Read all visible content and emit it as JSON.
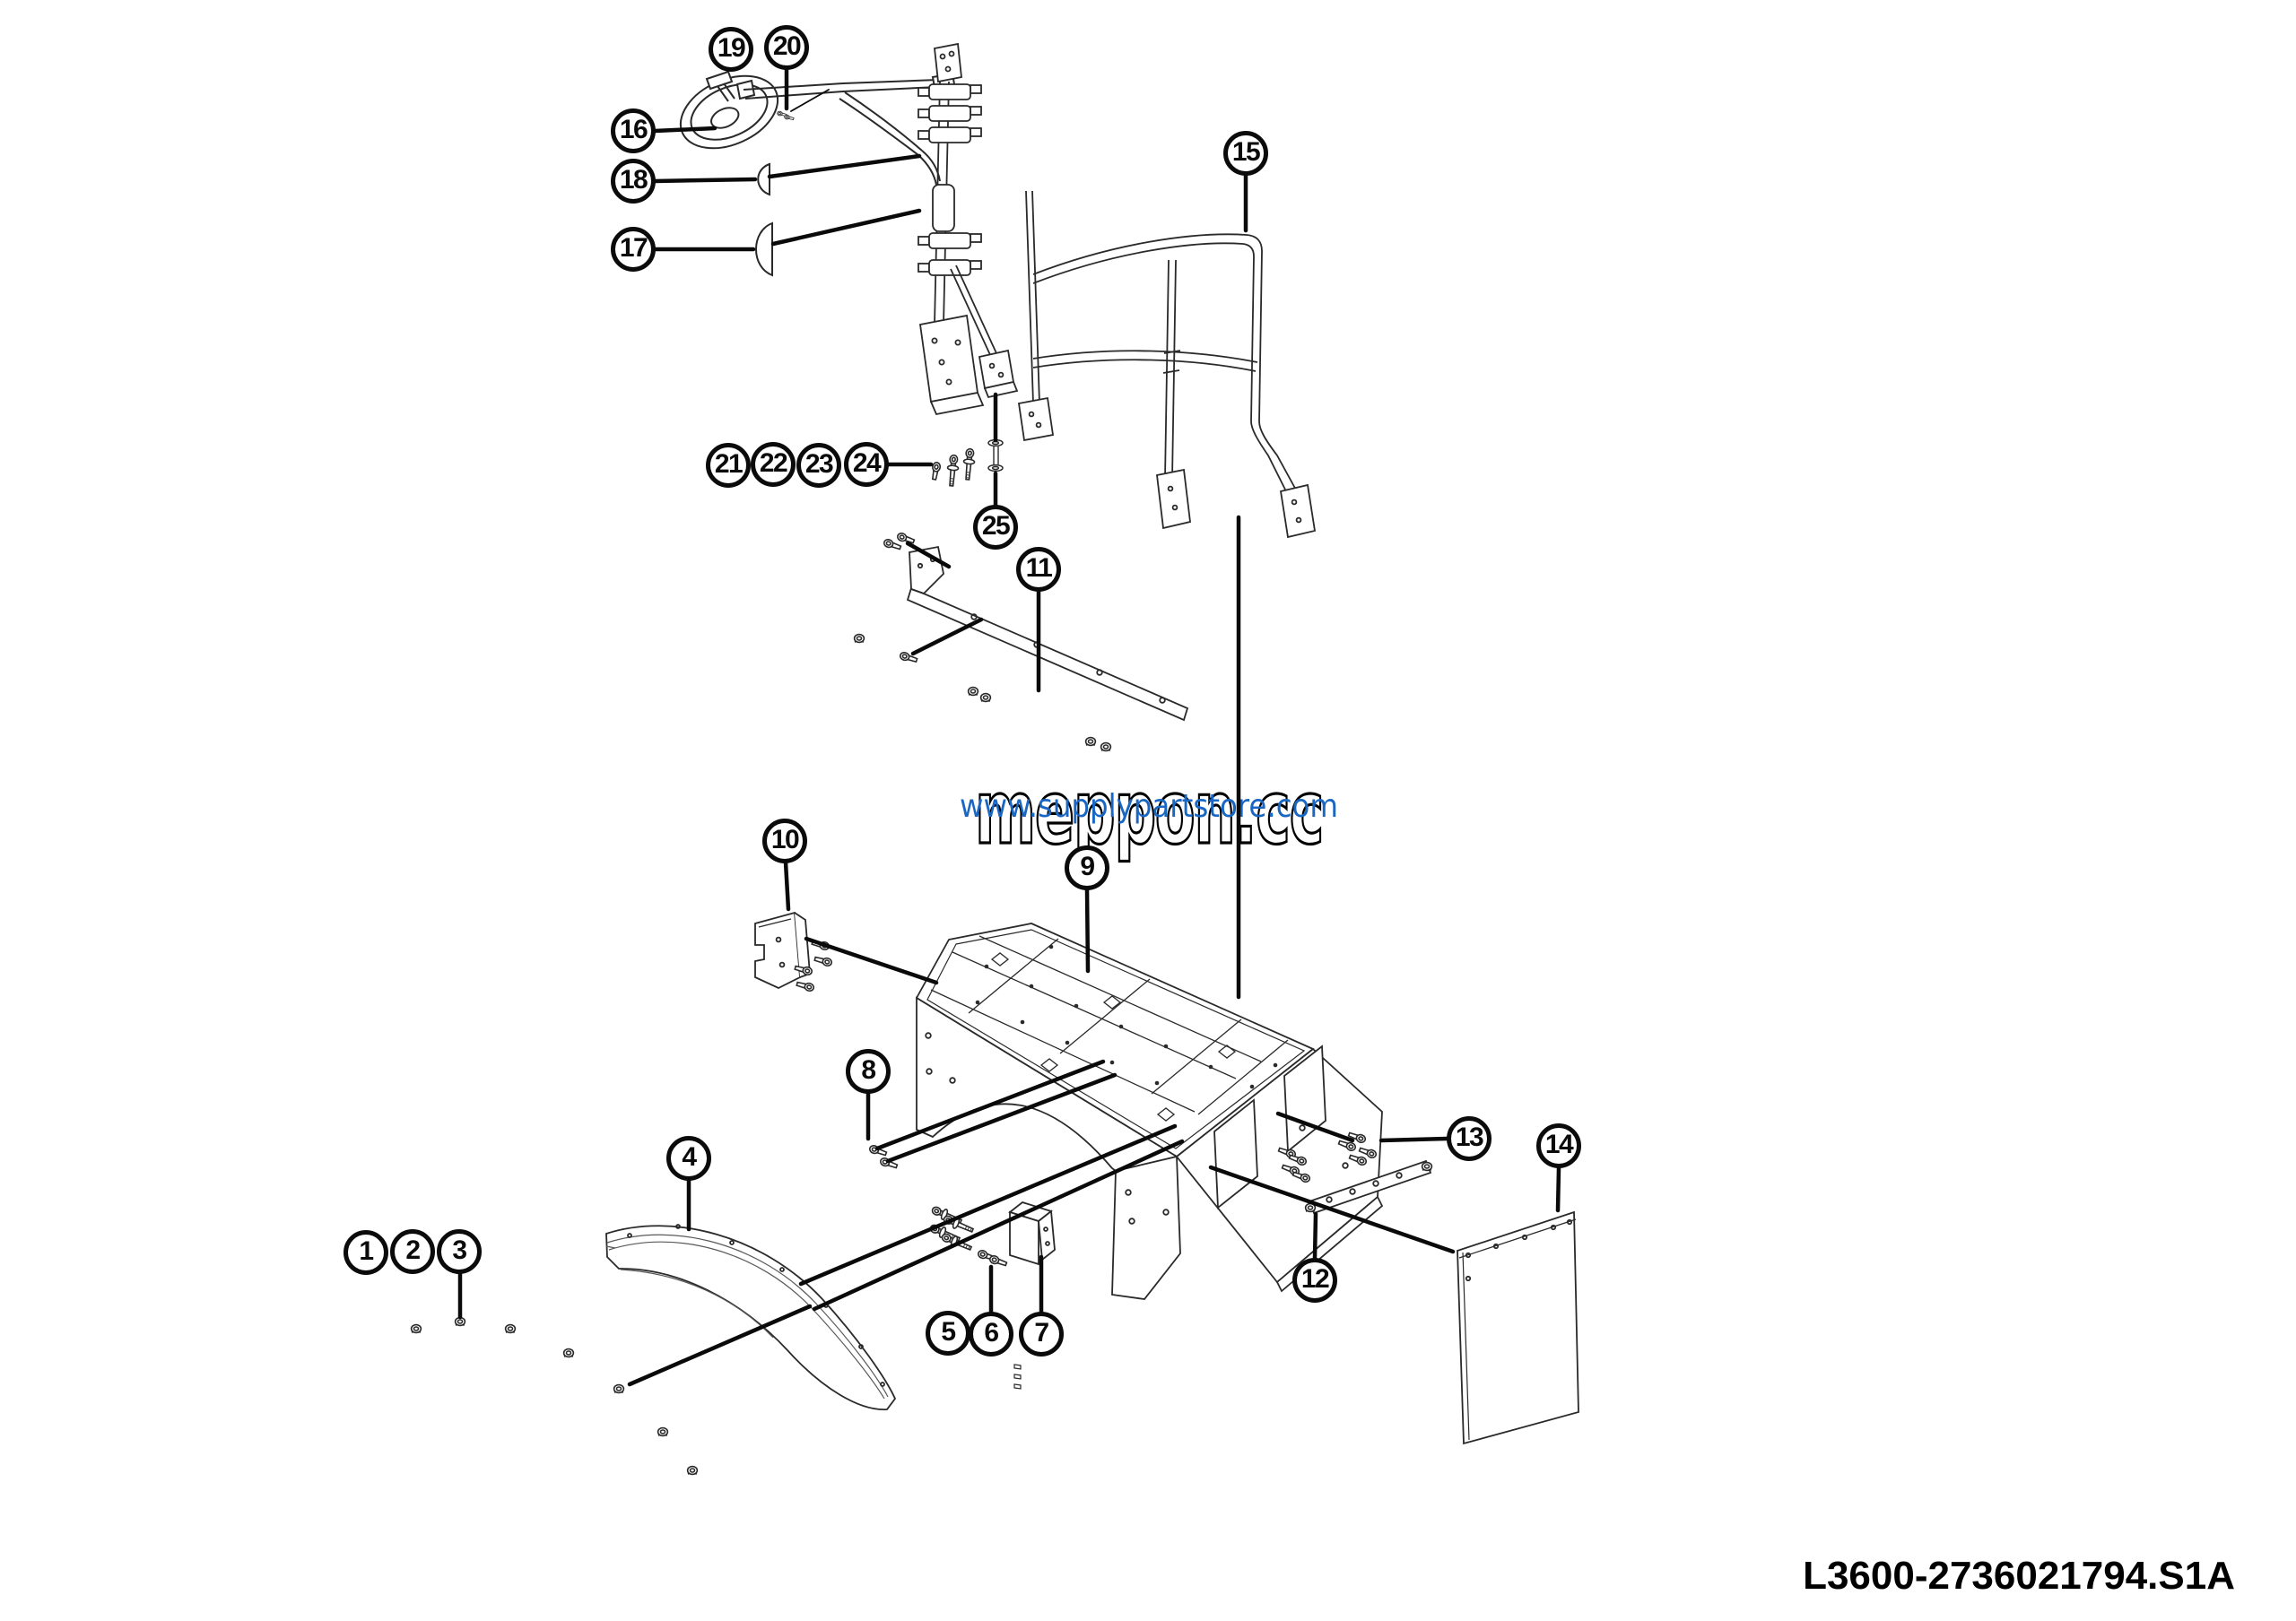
{
  "page": {
    "background": "#ffffff",
    "line_color": "#2a2a2a",
    "leader_color": "#0a0a0a"
  },
  "watermark": {
    "url": "www.supplypartstore.com",
    "url_color": "#1a67c3",
    "brand": "meppon.cc"
  },
  "drawing": {
    "number": "L3600-2736021794.S1A",
    "callout_count": 25
  },
  "callouts": {
    "c1": "1",
    "c2": "2",
    "c3": "3",
    "c4": "4",
    "c5": "5",
    "c6": "6",
    "c7": "7",
    "c8": "8",
    "c9": "9",
    "c10": "10",
    "c11": "11",
    "c12": "12",
    "c13": "13",
    "c14": "14",
    "c15": "15",
    "c16": "16",
    "c17": "17",
    "c18": "18",
    "c19": "19",
    "c20": "20",
    "c21": "21",
    "c22": "22",
    "c23": "23",
    "c24": "24",
    "c25": "25"
  }
}
